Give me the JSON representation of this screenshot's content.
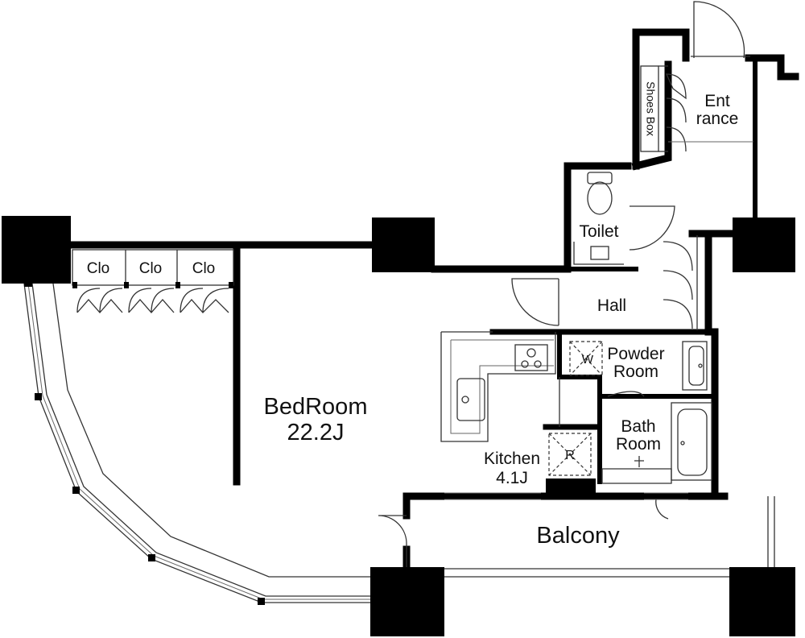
{
  "rooms": {
    "bedroom": {
      "name": "BedRoom",
      "area": "22.2J"
    },
    "kitchen": {
      "name": "Kitchen",
      "area": "4.1J"
    },
    "balcony": "Balcony",
    "hall": "Hall",
    "toilet": "Toilet",
    "entrance": {
      "line1": "Ent",
      "line2": "rance"
    },
    "shoes_box": "Shoes Box",
    "powder_room": {
      "line1": "Powder",
      "line2": "Room"
    },
    "bath_room": {
      "line1": "Bath",
      "line2": "Room"
    },
    "closets": [
      "Clo",
      "Clo",
      "Clo"
    ]
  },
  "appliances": {
    "washer": "W",
    "refrigerator": "R"
  },
  "colors": {
    "wall": "#000000",
    "line": "#333333",
    "background": "#ffffff"
  }
}
